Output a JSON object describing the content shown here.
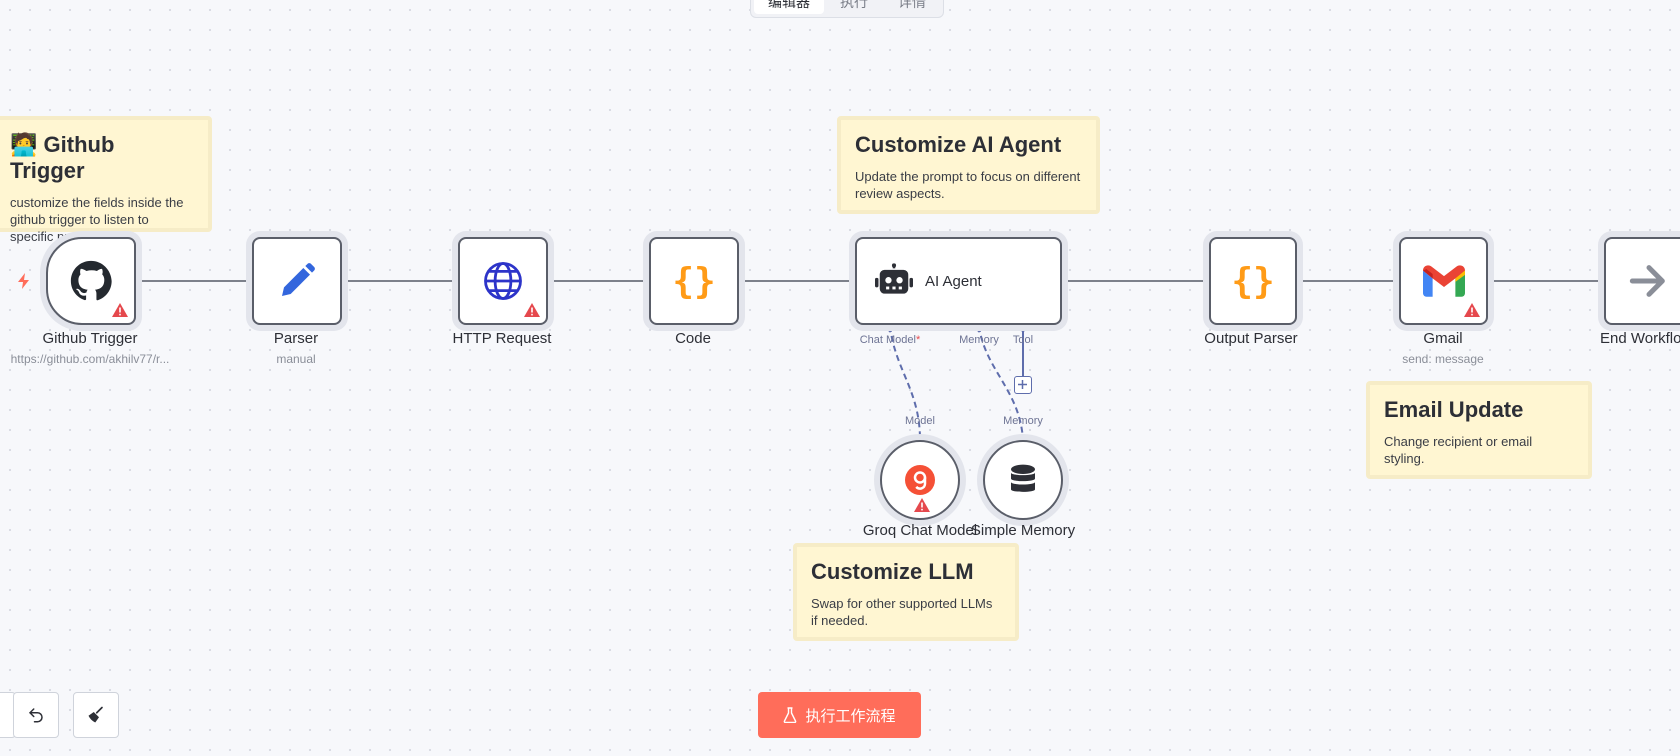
{
  "tabs": [
    "编辑器",
    "执行",
    "详情"
  ],
  "notes": {
    "github": {
      "title": "Github Trigger",
      "body": "customize the fields inside the github trigger to listen to specific project"
    },
    "agent": {
      "title": "Customize AI Agent",
      "body": "Update the prompt to focus on different review aspects."
    },
    "email": {
      "title": "Email Update",
      "body": "Change recipient or email styling."
    },
    "llm": {
      "title": "Customize LLM",
      "body": "Swap for other supported LLMs if needed."
    }
  },
  "nodes": {
    "github_trigger": {
      "label": "Github Trigger",
      "subtitle": "https://github.com/akhilv77/r..."
    },
    "parser": {
      "label": "Parser",
      "subtitle": "manual"
    },
    "http_request": {
      "label": "HTTP Request"
    },
    "code": {
      "label": "Code"
    },
    "ai_agent": {
      "label": "AI Agent"
    },
    "output_parser": {
      "label": "Output Parser"
    },
    "gmail": {
      "label": "Gmail",
      "subtitle": "send: message"
    },
    "end_workflow": {
      "label": "End Workflo"
    },
    "groq": {
      "label": "Groq Chat Model"
    },
    "memory": {
      "label": "Simple Memory"
    }
  },
  "ports": {
    "chat_model": "Chat Model",
    "chat_model_required": "*",
    "memory": "Memory",
    "tool": "Tool",
    "model": "Model",
    "memory_in": "Memory"
  },
  "run_button": "执行工作流程",
  "colors": {
    "accent": "#ff6d5a",
    "connector": "#5e6dac",
    "note": "#fff6d2",
    "warning": "#e5484d"
  }
}
